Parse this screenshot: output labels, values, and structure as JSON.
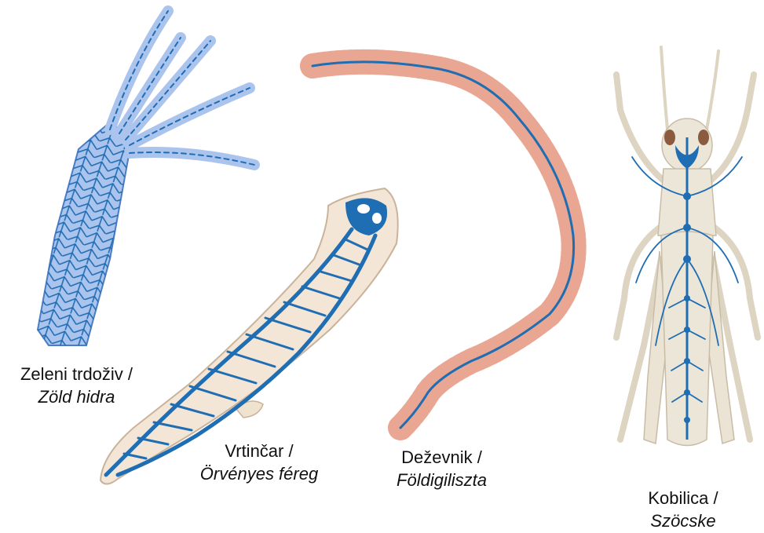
{
  "colors": {
    "nerve": "#1f6db3",
    "hydra_body": "#aac4ee",
    "worm_body": "#f3b9a6",
    "flatworm_body": "#f4e6d6",
    "insect_body": "#ece6d8"
  },
  "organisms": [
    {
      "id": "hydra",
      "name": "Zeleni trdoživ /",
      "latin": "Zöld hidra"
    },
    {
      "id": "flatworm",
      "name": "Vrtinčar /",
      "latin": "Örvényes féreg"
    },
    {
      "id": "earthworm",
      "name": "Deževnik /",
      "latin": "Földigiliszta"
    },
    {
      "id": "grasshopper",
      "name": "Kobilica /",
      "latin": "Szöcske"
    }
  ]
}
